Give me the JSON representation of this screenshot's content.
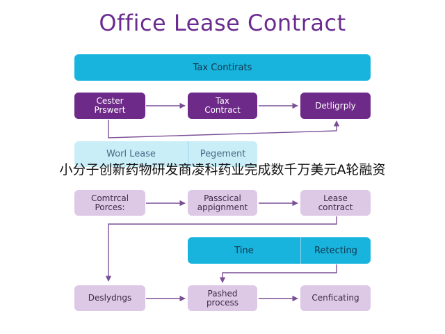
{
  "title": "Office Lease Contract",
  "top_bar": {
    "label": "Tax Contirats"
  },
  "row1": [
    {
      "label": "Cester\nPrswert"
    },
    {
      "label": "Tax\nContract"
    },
    {
      "label": "Detligrply"
    }
  ],
  "mid_bar": {
    "left": "Worl Lease",
    "right": "Pegement"
  },
  "row2": [
    {
      "label": "Comtrcal\nPorces:"
    },
    {
      "label": "Passcical\nappignment"
    },
    {
      "label": "Lease\ncontract"
    }
  ],
  "lower_bar": {
    "left": "Tine",
    "right": "Retecting"
  },
  "row3": [
    {
      "label": "Deslydngs"
    },
    {
      "label": "Pashed\nprocess"
    },
    {
      "label": "Cenficating"
    }
  ],
  "overlay_caption": "小分子创新药物研发商凌科药业完成数千万美元A轮融资",
  "colors": {
    "title": "#6b2c8f",
    "bar": "#19b4dd",
    "dark_box": "#6e2a88",
    "light_box": "#ddc8e6",
    "arrow": "#7a4f96"
  }
}
